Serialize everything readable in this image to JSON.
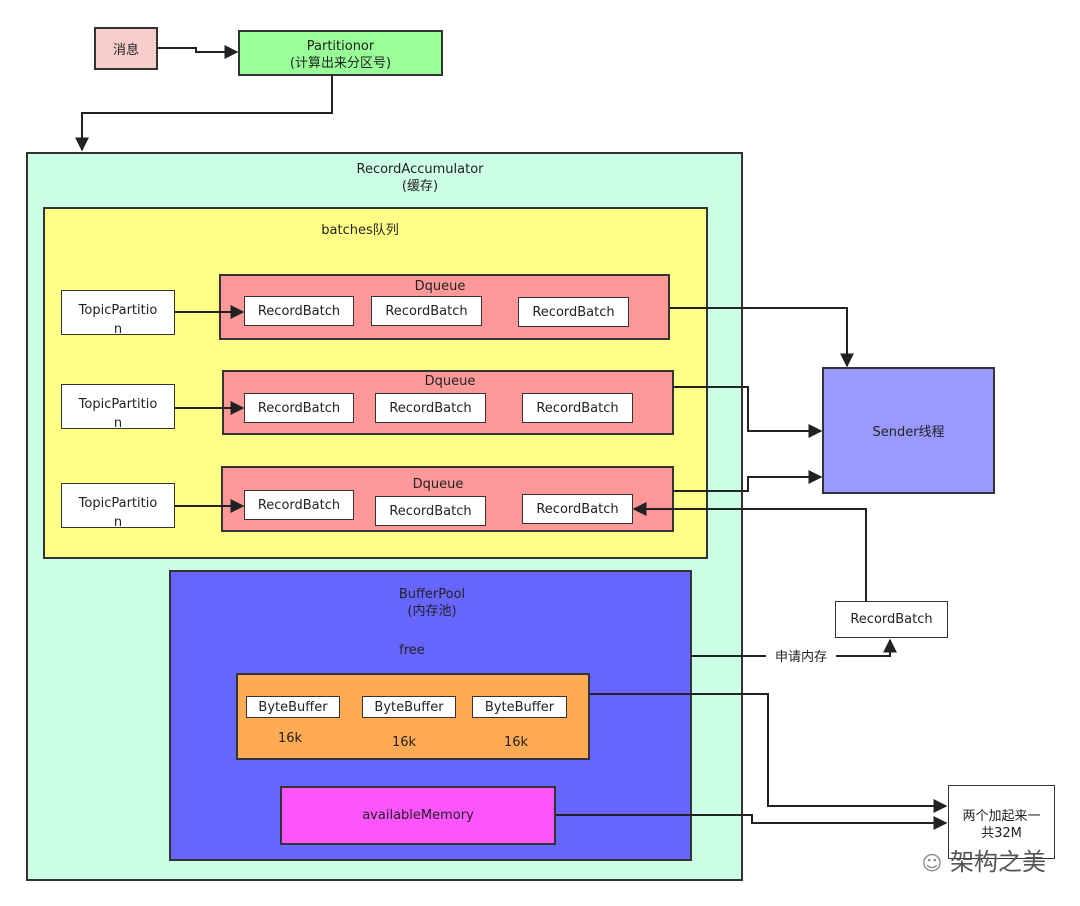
{
  "message": {
    "label": "消息"
  },
  "partitioner": {
    "line1": "Partitionor",
    "line2": "(计算出来分区号)"
  },
  "accumulator": {
    "line1": "RecordAccumulator",
    "line2": "(缓存)"
  },
  "batches": {
    "title": "batches队列"
  },
  "rows": [
    {
      "topic_line1": "TopicPartitio",
      "topic_line2": "n",
      "dqueue": "Dqueue",
      "batches": [
        "RecordBatch",
        "RecordBatch",
        "RecordBatch"
      ]
    },
    {
      "topic_line1": "TopicPartitio",
      "topic_line2": "n",
      "dqueue": "Dqueue",
      "batches": [
        "RecordBatch",
        "RecordBatch",
        "RecordBatch"
      ]
    },
    {
      "topic_line1": "TopicPartitio",
      "topic_line2": "n",
      "dqueue": "Dqueue",
      "batches": [
        "RecordBatch",
        "RecordBatch",
        "RecordBatch"
      ]
    }
  ],
  "sender": {
    "label": "Sender线程"
  },
  "external_batch": {
    "label": "RecordBatch"
  },
  "alloc_label": "申请内存",
  "bufferpool": {
    "line1": "BufferPool",
    "line2": "(内存池)",
    "free": "free",
    "buffers": [
      {
        "label": "ByteBuffer",
        "size": "16k"
      },
      {
        "label": "ByteBuffer",
        "size": "16k"
      },
      {
        "label": "ByteBuffer",
        "size": "16k"
      }
    ],
    "available": "availableMemory"
  },
  "total": {
    "line1": "两个加起来一",
    "line2": "共32M"
  },
  "watermark": "架构之美",
  "colors": {
    "message": "#f8cecc",
    "partitioner": "#99ff99",
    "accumulator": "#ccffe6",
    "batches": "#ffff88",
    "dqueue": "#ff9999",
    "sender": "#9999ff",
    "bufferpool": "#6666ff",
    "free": "#ffaa55",
    "available": "#ff55ff"
  }
}
